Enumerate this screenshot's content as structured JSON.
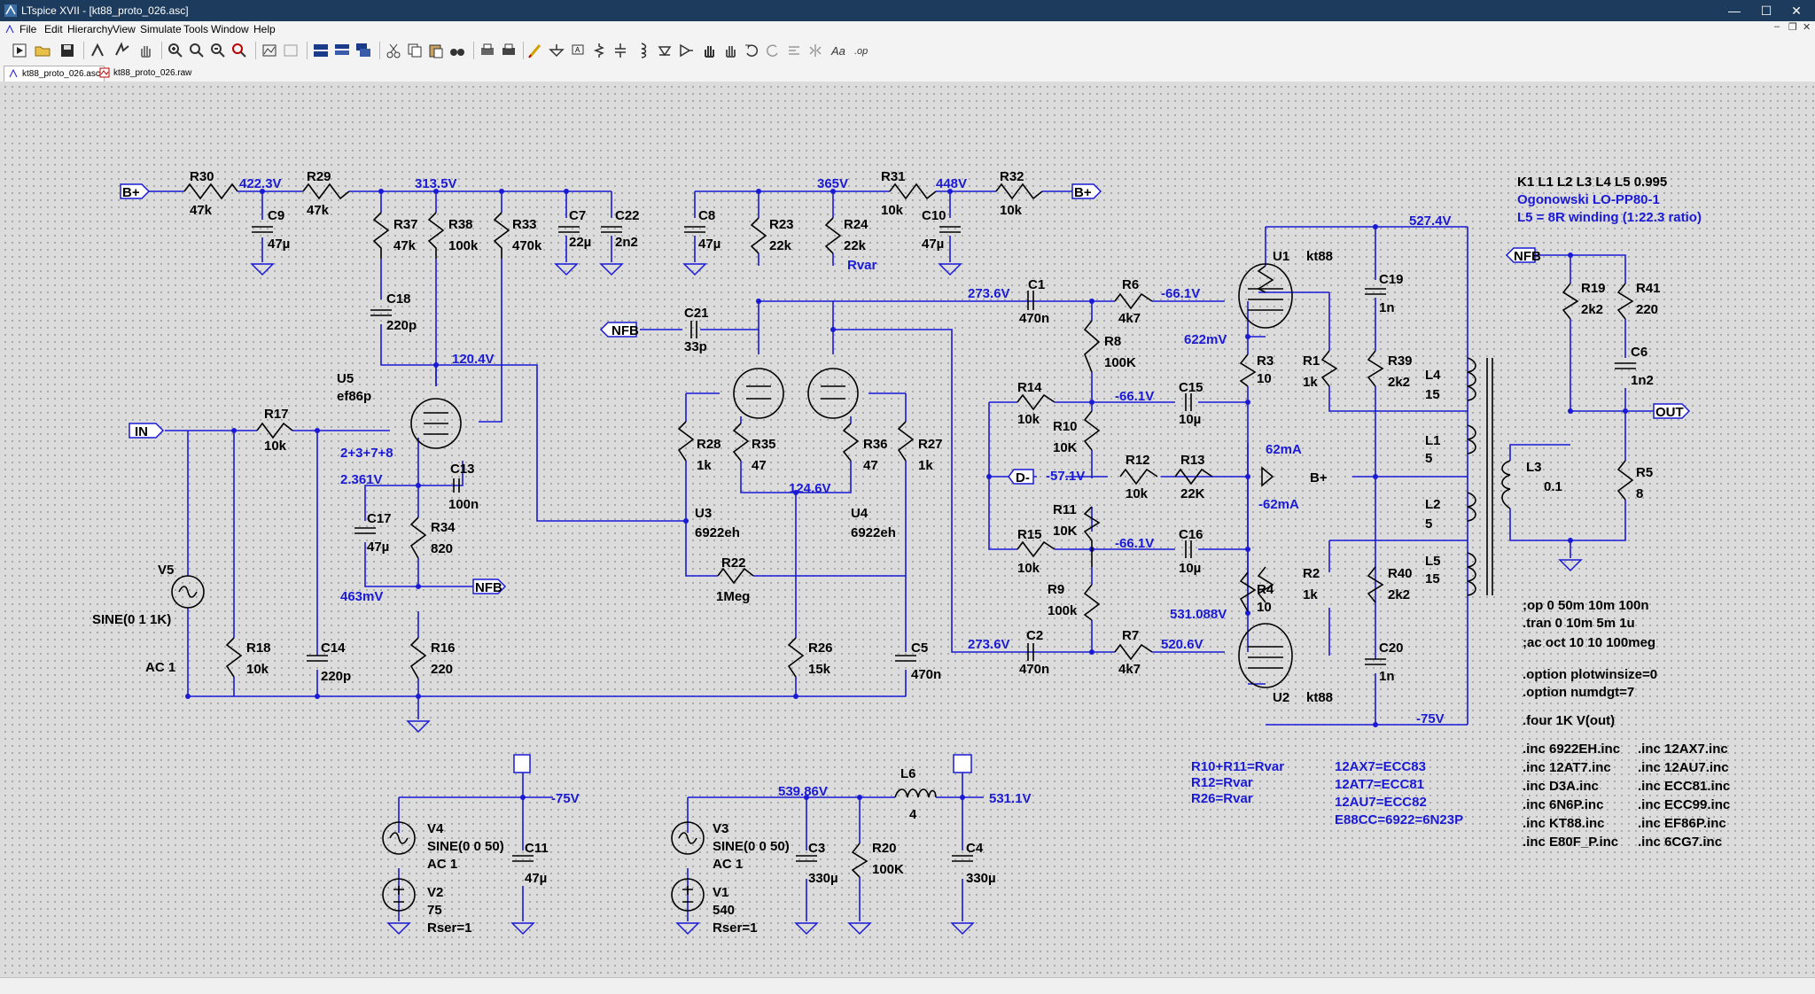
{
  "window": {
    "title": "LTspice XVII - [kt88_proto_026.asc]"
  },
  "menu": [
    "File",
    "Edit",
    "Hierarchy",
    "View",
    "Simulate",
    "Tools",
    "Window",
    "Help"
  ],
  "tabs": [
    "kt88_proto_026.asc",
    "kt88_proto_026.raw"
  ],
  "colors": {
    "wire": "#1a1ad6",
    "component": "#000000",
    "net_label": "#1a1ad6",
    "background": "#dcdcdc"
  },
  "schematic": {
    "nodes": {
      "v_r30": "422.3V",
      "v_r29": "313.5V",
      "v_r24": "365V",
      "v_r31": "448V",
      "v_u5": "120.4V",
      "v_c1": "273.6V",
      "v_r6": "-66.1V",
      "v_u1_cath": "622mV",
      "v_top": "527.4V",
      "v_c15": "-66.1V",
      "v_d": "-57.1V",
      "v_c16": "-66.1V",
      "v_u5_cath": "2.361V",
      "v_cath_u3": "124.6V",
      "v_nfb_bot": "463mV",
      "v_u2_cath": "531.088V",
      "v_c2": "273.6V",
      "v_r7": "520.6V",
      "v_bot": "-75V",
      "v_neg": "-75V",
      "v_l6a": "539.86V",
      "v_l6b": "531.1V",
      "i1": "62mA",
      "i2": "-62mA"
    },
    "components": [
      {
        "ref": "R30",
        "val": "47k"
      },
      {
        "ref": "R29",
        "val": "47k"
      },
      {
        "ref": "C9",
        "val": "47µ"
      },
      {
        "ref": "R37",
        "val": "47k"
      },
      {
        "ref": "R38",
        "val": "100k"
      },
      {
        "ref": "R33",
        "val": "470k"
      },
      {
        "ref": "C7",
        "val": "22µ"
      },
      {
        "ref": "C22",
        "val": "2n2"
      },
      {
        "ref": "C18",
        "val": "220p"
      },
      {
        "ref": "C8",
        "val": "47µ"
      },
      {
        "ref": "R23",
        "val": "22k"
      },
      {
        "ref": "R24",
        "val": "22k"
      },
      {
        "ref": "R31",
        "val": "10k"
      },
      {
        "ref": "C10",
        "val": "47µ"
      },
      {
        "ref": "R32",
        "val": "10k"
      },
      {
        "ref": "C21",
        "val": "33p"
      },
      {
        "ref": "U5",
        "val": "ef86p"
      },
      {
        "ref": "R17",
        "val": "10k"
      },
      {
        "ref": "C13",
        "val": "100n"
      },
      {
        "ref": "C17",
        "val": "47µ"
      },
      {
        "ref": "R34",
        "val": "820"
      },
      {
        "ref": "R18",
        "val": "10k"
      },
      {
        "ref": "C14",
        "val": "220p"
      },
      {
        "ref": "R16",
        "val": "220"
      },
      {
        "ref": "V5",
        "val": "SINE(0 1 1K)"
      },
      {
        "ref": "R28",
        "val": "1k"
      },
      {
        "ref": "R35",
        "val": "47"
      },
      {
        "ref": "R36",
        "val": "47"
      },
      {
        "ref": "R27",
        "val": "1k"
      },
      {
        "ref": "U3",
        "val": "6922eh"
      },
      {
        "ref": "U4",
        "val": "6922eh"
      },
      {
        "ref": "R22",
        "val": "1Meg"
      },
      {
        "ref": "R26",
        "val": "15k"
      },
      {
        "ref": "C5",
        "val": "470n"
      },
      {
        "ref": "C1",
        "val": "470n"
      },
      {
        "ref": "R6",
        "val": "4k7"
      },
      {
        "ref": "R8",
        "val": "100K"
      },
      {
        "ref": "R14",
        "val": "10k"
      },
      {
        "ref": "R10",
        "val": "10K"
      },
      {
        "ref": "R12",
        "val": "10k"
      },
      {
        "ref": "R13",
        "val": "22K"
      },
      {
        "ref": "R11",
        "val": "10K"
      },
      {
        "ref": "R15",
        "val": "10k"
      },
      {
        "ref": "R9",
        "val": "100k"
      },
      {
        "ref": "C2",
        "val": "470n"
      },
      {
        "ref": "R7",
        "val": "4k7"
      },
      {
        "ref": "C15",
        "val": "10µ"
      },
      {
        "ref": "C16",
        "val": "10µ"
      },
      {
        "ref": "R3",
        "val": "10"
      },
      {
        "ref": "R4",
        "val": "10"
      },
      {
        "ref": "R1",
        "val": "1k"
      },
      {
        "ref": "R2",
        "val": "1k"
      },
      {
        "ref": "U1",
        "val": "kt88"
      },
      {
        "ref": "U2",
        "val": "kt88"
      },
      {
        "ref": "C19",
        "val": "1n"
      },
      {
        "ref": "R39",
        "val": "2k2"
      },
      {
        "ref": "R40",
        "val": "2k2"
      },
      {
        "ref": "C20",
        "val": "1n"
      },
      {
        "ref": "L4",
        "val": "15"
      },
      {
        "ref": "L1",
        "val": "5"
      },
      {
        "ref": "L2",
        "val": "5"
      },
      {
        "ref": "L5",
        "val": "15"
      },
      {
        "ref": "L3",
        "val": "0.1"
      },
      {
        "ref": "R19",
        "val": "2k2"
      },
      {
        "ref": "R41",
        "val": "220"
      },
      {
        "ref": "C6",
        "val": "1n2"
      },
      {
        "ref": "R5",
        "val": "8"
      },
      {
        "ref": "V4",
        "val": "SINE(0 0 50)"
      },
      {
        "ref": "V2",
        "val": "75"
      },
      {
        "ref": "C11",
        "val": "47µ"
      },
      {
        "ref": "V3",
        "val": "SINE(0 0 50)"
      },
      {
        "ref": "V1",
        "val": "540"
      },
      {
        "ref": "C3",
        "val": "330µ"
      },
      {
        "ref": "R20",
        "val": "100K"
      },
      {
        "ref": "L6",
        "val": "4"
      },
      {
        "ref": "C4",
        "val": "330µ"
      }
    ],
    "labels": {
      "ac1": "AC 1",
      "rser": "Rser=1",
      "u5_pins": "2+3+7+8",
      "rvar": "Rvar",
      "in": "IN",
      "out": "OUT",
      "nfb": "NFB",
      "bplus": "B+",
      "dminus": "D-"
    },
    "notes_top": [
      "K1 L1 L2 L3 L4 L5 0.995",
      "Ogonowski LO-PP80-1",
      "L5 = 8R winding (1:22.3 ratio)"
    ],
    "notes_rvar": [
      "R10+R11=Rvar",
      "R12=Rvar",
      "R26=Rvar"
    ],
    "notes_eq": [
      "12AX7=ECC83",
      "12AT7=ECC81",
      "12AU7=ECC82",
      "E88CC=6922=6N23P"
    ],
    "directives": [
      ";op 0 50m 10m 100n",
      ".tran 0 10m 5m 1u",
      ";ac oct 10 10 100meg",
      ".option plotwinsize=0",
      ".option numdgt=7",
      ".four 1K V(out)"
    ],
    "inc_left": [
      ".inc 6922EH.inc",
      ".inc 12AT7.inc",
      ".inc D3A.inc",
      ".inc 6N6P.inc",
      ".inc KT88.inc",
      ".inc E80F_P.inc"
    ],
    "inc_right": [
      ".inc 12AX7.inc",
      ".inc 12AU7.inc",
      ".inc ECC81.inc",
      ".inc ECC99.inc",
      ".inc EF86P.inc",
      ".inc 6CG7.inc"
    ]
  }
}
